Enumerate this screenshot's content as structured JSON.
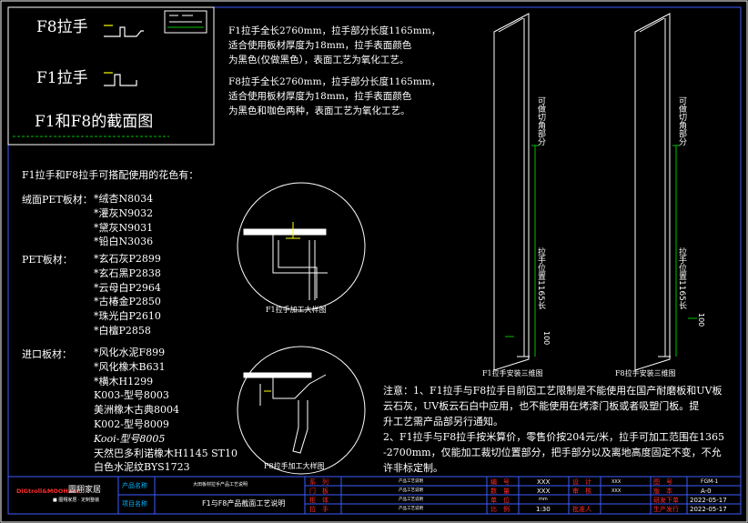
{
  "colors": {
    "background": "#000000",
    "line": "#ffffff",
    "frame_blue": "#3b5bff",
    "label_yellow": "#ffff00",
    "dim_green": "#00c000",
    "title_cyan": "#00b4ff",
    "brand_red": "#ff2a2a"
  },
  "section_box": {
    "f8_label": "F8拉手",
    "f1_label": "F1拉手",
    "title": "F1和F8的截面图"
  },
  "descriptions": {
    "f1": [
      "F1拉手全长2760mm，拉手部分长度1165mm，",
      "适合使用板材厚度为18mm，拉手表面颜色",
      "为黑色(仅做黑色），表面工艺为氧化工艺。"
    ],
    "f8": [
      "F8拉手全长2760mm，拉手部分长度1165mm，",
      "适合使用板材厚度为18mm，拉手表面颜色",
      "为黑色和咖色两种，表面工艺为氧化工艺。"
    ]
  },
  "colors_list": {
    "intro": "F1拉手和F8拉手可搭配使用的花色有：",
    "groups": [
      {
        "label": "绒面PET板材：",
        "items": [
          "*绒杏N8034",
          "*灌灰N9032",
          "*黛灰N9031",
          "*铅白N3036"
        ]
      },
      {
        "label": "PET板材：",
        "items": [
          "*玄石灰P2899",
          "*玄石黑P2838",
          "*云母白P2964",
          "*古椿金P2850",
          "*珠光白P2610",
          "*白檀P2858"
        ]
      },
      {
        "label": "进口板材：",
        "items": [
          "*风化水泥F899",
          "*风化橡木B631",
          "*横木H1299",
          "K003-型号8003",
          "美洲橡木古典8004",
          "K002-型号8009",
          "Kooi-型号8005",
          "天然巴多利诺橡木H1145 ST10",
          "白色水泥纹BYS1723"
        ]
      }
    ]
  },
  "detail_circles": {
    "f1_caption": "F1拉手加工大样图",
    "f8_caption": "F8拉手加工大样图"
  },
  "panels": {
    "left_vertical_label": "可做切角部分",
    "left_handle_label": "拉手位置1165长",
    "left_dim": "100",
    "left_caption": "F1拉手安装三维图",
    "right_vertical_label": "可做切角部分",
    "right_handle_label": "拉手位置1165长",
    "right_dim": "100",
    "right_caption": "F8拉手安装三维图"
  },
  "notes": [
    "注意：1、F1拉手与F8拉手目前因工艺限制是不能使用在国产耐磨板和UV板",
    "云石灰，UV板云石白中应用，也不能使用在烤漆门板或者吸塑门板。提",
    "升工艺需产品部另行通知。",
    "2、F1拉手与F8拉手按米算价，零售价按204元/米，拉手可加工范围在1365",
    "-2700mm，仅能加工裁切位置部分，把手部分以及离地高度固定不变，不允",
    "许非标定制。"
  ],
  "title_block": {
    "brand": "DiGtroll&MOOHand",
    "brand2": "圖翔家居",
    "brand_sub": "■ 图翔家居 · 定制整装",
    "product_name_label": "产品名称",
    "product_name_value": "大田板材拉手产品工艺说明",
    "project_name_label": "项目名称",
    "project_name_value": "F1与F8产品截面工艺说明",
    "rows_a": [
      {
        "label": "系　列",
        "value": "产品工艺说明"
      },
      {
        "label": "门　板",
        "value": "产品工艺说明"
      },
      {
        "label": "柜　体",
        "value": "产品工艺说明"
      },
      {
        "label": "拉　手",
        "value": "产品工艺说明"
      }
    ],
    "rows_b": [
      {
        "label": "编　号",
        "value": "XXX"
      },
      {
        "label": "数　量",
        "value": "XXX"
      },
      {
        "label": "单　位",
        "value": "mm"
      },
      {
        "label": "比　例",
        "value": "1:30"
      }
    ],
    "rows_c": [
      {
        "label": "设　计",
        "value": "XXX"
      },
      {
        "label": "审　核",
        "value": "XXX"
      },
      {
        "label": "",
        "value": ""
      },
      {
        "label": "批准人",
        "value": ""
      }
    ],
    "rows_d": [
      {
        "label": "图　号",
        "value": "FGM-1"
      },
      {
        "label": "版　本",
        "value": "A-0"
      },
      {
        "label": "研发下单",
        "value": "2022-05-17"
      },
      {
        "label": "生产发行",
        "value": "2022-05-17"
      }
    ]
  }
}
